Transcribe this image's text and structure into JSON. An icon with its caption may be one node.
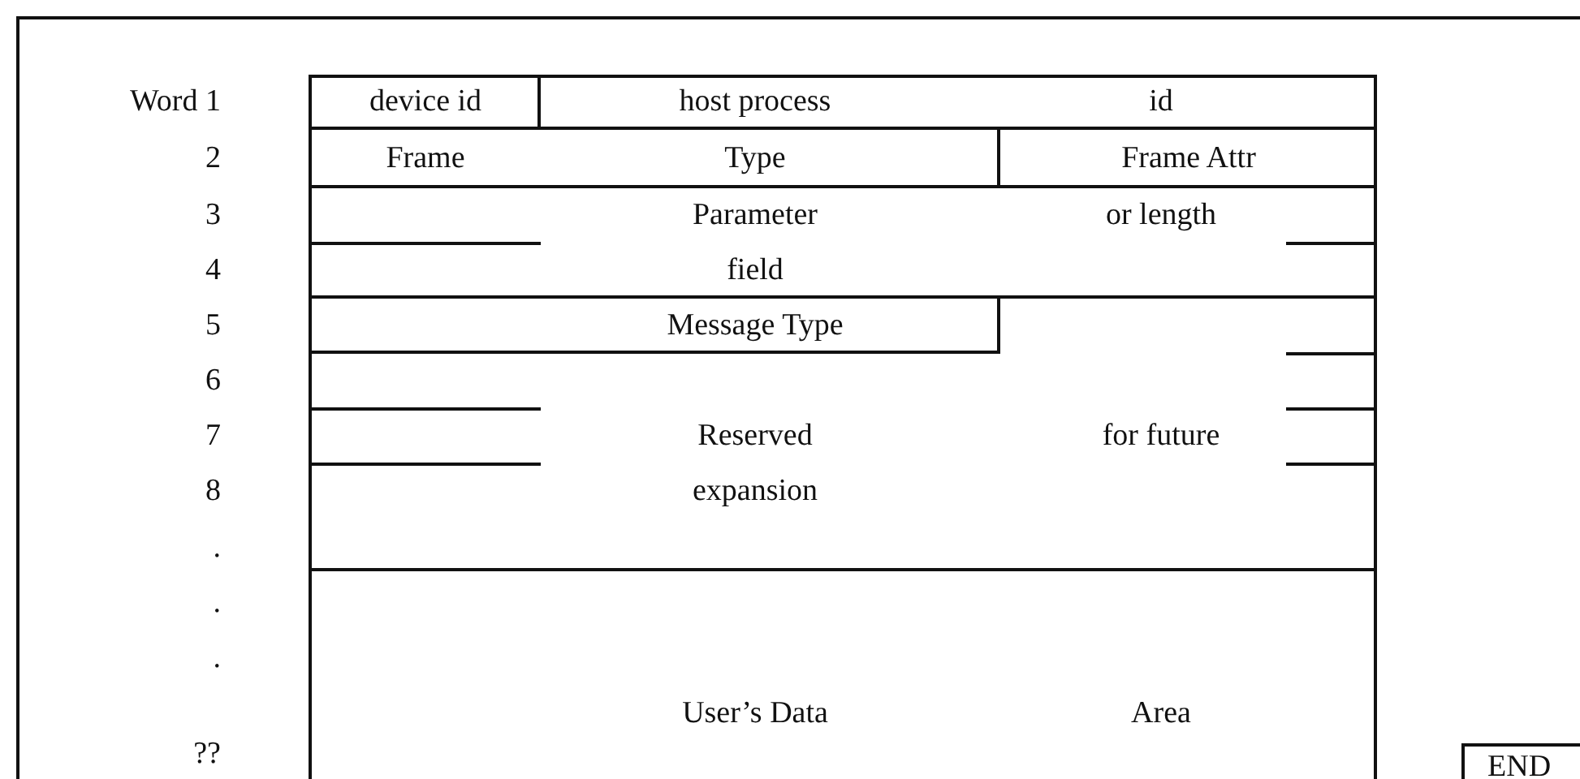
{
  "diagram": {
    "nodes": [
      {
        "text": [
          "device id"
        ]
      },
      {
        "text": [
          "host process",
          "id"
        ]
      },
      {
        "text": [
          "Frame",
          "Type"
        ]
      },
      {
        "text": [
          "Frame Attr"
        ]
      },
      {
        "text": [
          "Parameter",
          "or length",
          "field"
        ]
      },
      {
        "text": [
          "Message Type"
        ]
      },
      {
        "text": [
          "Reserved",
          "for future",
          "expansion"
        ]
      },
      {
        "text": [
          "User’s Data",
          "Area"
        ]
      },
      {
        "text": [
          "END"
        ]
      }
    ],
    "labels": [
      "Word 1",
      "2",
      "3",
      "4",
      "5",
      "6",
      "7",
      "8",
      ".",
      ".",
      ".",
      "??"
    ]
  }
}
